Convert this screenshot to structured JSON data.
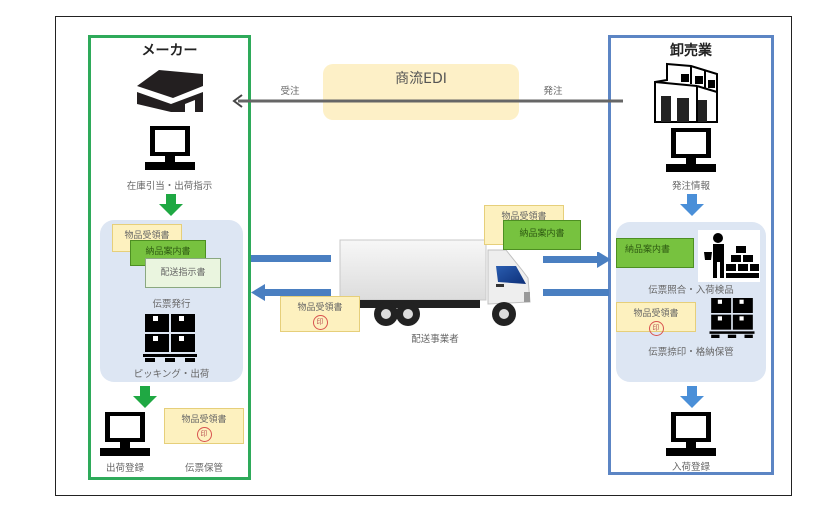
{
  "maker": {
    "title": "メーカー",
    "label_inventory": "在庫引当・出荷指示",
    "docs": [
      "物品受領書",
      "納品案内書",
      "配送指示書"
    ],
    "label_issue": "伝票発行",
    "label_picking": "ピッキング・出荷",
    "label_ship_register": "出荷登録",
    "doc_receipt": "物品受領書",
    "stamp": "印",
    "label_storage": "伝票保管",
    "color": "#2eaa5a"
  },
  "wholesaler": {
    "title": "卸売業",
    "label_order_info": "発注情報",
    "doc_delivery_note": "納品案内書",
    "label_inspect": "伝票照合・入荷検品",
    "doc_receipt": "物品受領書",
    "stamp": "印",
    "label_stamp_store": "伝票捺印・格納保管",
    "label_receive_register": "入荷登録",
    "color": "#5c85c4"
  },
  "edi": {
    "title": "商流EDI",
    "left_label": "受注",
    "right_label": "発注"
  },
  "transport": {
    "label": "配送事業者",
    "doc_top_receipt": "物品受領書",
    "doc_top_delivery": "納品案内書",
    "doc_return_receipt": "物品受領書",
    "stamp": "印"
  }
}
